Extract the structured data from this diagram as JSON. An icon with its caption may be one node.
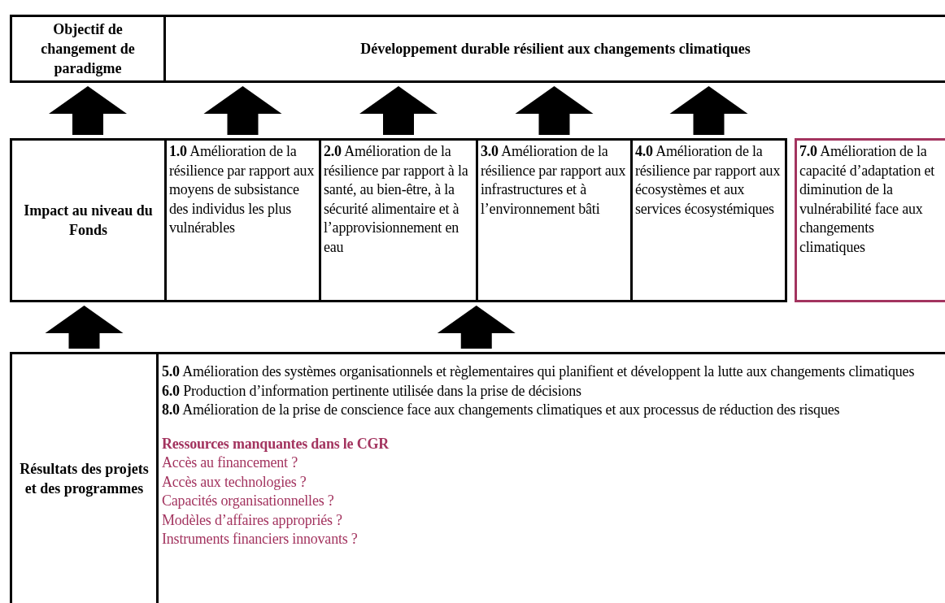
{
  "diagram": {
    "nodes": [
      {
        "text": [
          "Objectif de changement de paradigme"
        ]
      },
      {
        "text": [
          "Développement durable résilient aux changements climatiques"
        ]
      },
      {
        "text": [
          "Impact au niveau du Fonds"
        ]
      },
      {
        "text": [
          "**1.0** Amélioration de la résilience par rapport aux moyens de subsistance des individus les plus vulnérables"
        ]
      },
      {
        "text": [
          "**2.0** Amélioration de la résilience par rapport à la santé, au bien-être, à la sécurité alimentaire et à l’approvisionnement en eau"
        ]
      },
      {
        "text": [
          "**3.0** Amélioration de la résilience par rapport aux infrastructures et à l’environnement bâti"
        ]
      },
      {
        "text": [
          "**4.0** Amélioration de la résilience par rapport aux écosystèmes et aux services écosystémiques"
        ]
      },
      {
        "text": [
          "**7.0** Amélioration de la capacité d’adaptation et diminution de la vulnérabilité face aux changements climatiques"
        ]
      },
      {
        "text": [
          "Résultats des projets et des programmes"
        ]
      },
      {
        "text": [
          "**5.0** Amélioration des systèmes organisationnels et règlementaires qui planifient et développent la lutte aux changements climatiques",
          "**6.0** Production d’information pertinente utilisée dans la prise de décisions",
          "**8.0** Amélioration de la prise de conscience face aux changements climatiques et aux processus de réduction des risques",
          "Ressources manquantes dans le CGR",
          "Accès au financement ?",
          "Accès aux technologies ?",
          "Capacités organisationnelles ?",
          "Modèles d’affaires appropriés ?",
          "Instruments financiers innovants ?"
        ]
      }
    ],
    "edges": [
      {
        "from": 2,
        "to": 0,
        "arrow": "to"
      },
      {
        "from": 3,
        "to": 1,
        "arrow": "to"
      },
      {
        "from": 4,
        "to": 1,
        "arrow": "to"
      },
      {
        "from": 5,
        "to": 1,
        "arrow": "to"
      },
      {
        "from": 6,
        "to": 1,
        "arrow": "to"
      },
      {
        "from": 8,
        "to": 2,
        "arrow": "to"
      },
      {
        "from": 9,
        "to": 4,
        "arrow": "to"
      },
      {
        "from": 9,
        "to": 5,
        "arrow": "to"
      }
    ]
  }
}
